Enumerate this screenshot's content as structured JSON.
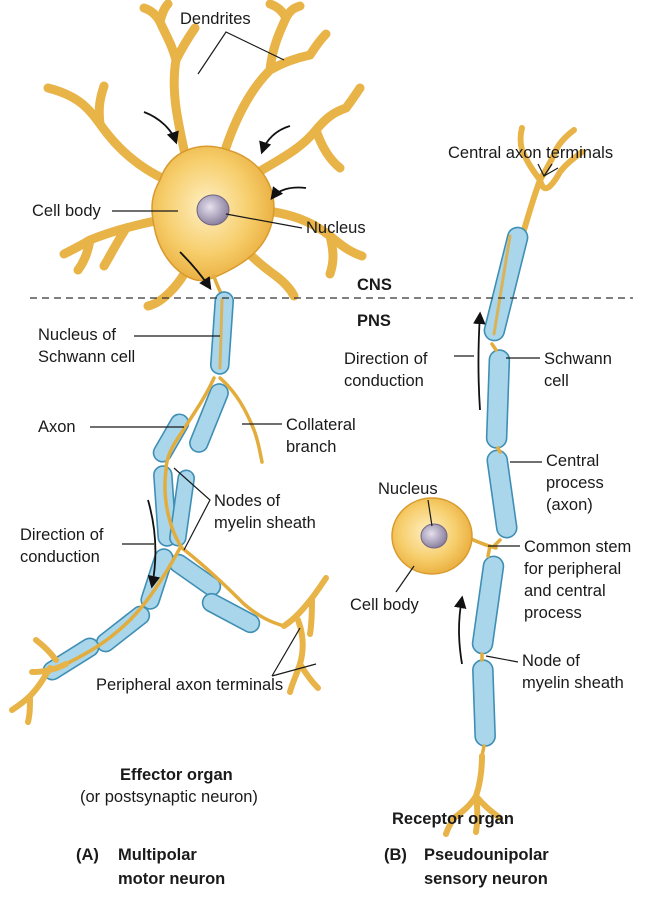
{
  "boundary": {
    "upper": "CNS",
    "lower": "PNS"
  },
  "panel_a": {
    "labels": {
      "dendrites": "Dendrites",
      "cell_body": "Cell body",
      "nucleus": "Nucleus",
      "schwann_nucleus_1": "Nucleus of",
      "schwann_nucleus_2": "Schwann cell",
      "axon": "Axon",
      "collateral_1": "Collateral",
      "collateral_2": "branch",
      "nodes_1": "Nodes of",
      "nodes_2": "myelin sheath",
      "direction_1": "Direction of",
      "direction_2": "conduction",
      "terminals": "Peripheral axon terminals",
      "organ": "Effector organ",
      "organ_note": "(or postsynaptic neuron)",
      "caption_letter": "(A)",
      "caption_1": "Multipolar",
      "caption_2": "motor neuron"
    }
  },
  "panel_b": {
    "labels": {
      "central_terminals": "Central axon terminals",
      "direction_1": "Direction of",
      "direction_2": "conduction",
      "schwann_1": "Schwann",
      "schwann_2": "cell",
      "central_1": "Central",
      "central_2": "process",
      "central_3": "(axon)",
      "nucleus": "Nucleus",
      "stem_1": "Common stem",
      "stem_2": "for peripheral",
      "stem_3": "and central",
      "stem_4": "process",
      "cell_body": "Cell body",
      "node_1": "Node of",
      "node_2": "myelin sheath",
      "organ": "Receptor organ",
      "caption_letter": "(B)",
      "caption_1": "Pseudounipolar",
      "caption_2": "sensory neuron"
    }
  },
  "colors": {
    "cell": "#f3c15a",
    "cell_light": "#fbe6a8",
    "myelin": "#a9d6ea",
    "myelin_edge": "#3f8fb5",
    "nucleus": "#9b90a8"
  }
}
